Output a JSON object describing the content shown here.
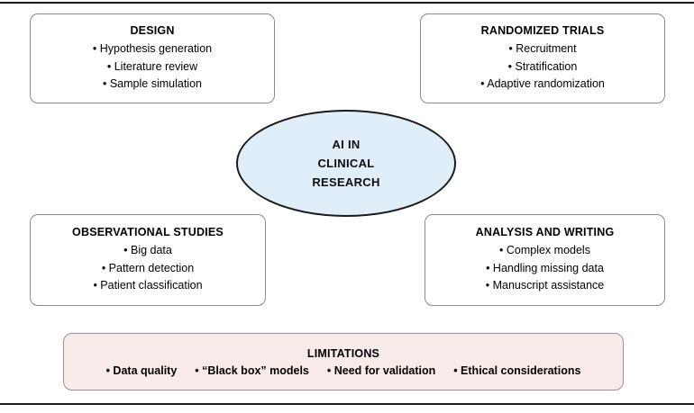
{
  "figure": {
    "title_concept": "AI IN CLINICAL RESEARCH",
    "frame_color": "#1a1a1a",
    "card_border_color": "#8a8a93",
    "ellipse_fill": "#dfeef8",
    "ellipse_border": "#1b1b1b",
    "limitations_fill": "#faebeb",
    "limitations_border": "#9c8f93"
  },
  "center": {
    "lines": [
      "AI IN",
      "CLINICAL",
      "RESEARCH"
    ]
  },
  "cards": [
    {
      "id": "design",
      "title": "DESIGN",
      "items": [
        "• Hypothesis generation",
        "• Literature review",
        "• Sample simulation"
      ]
    },
    {
      "id": "randomized-trials",
      "title": "RANDOMIZED TRIALS",
      "items": [
        "• Recruitment",
        "• Stratification",
        "• Adaptive randomization"
      ]
    },
    {
      "id": "observational-studies",
      "title": "OBSERVATIONAL STUDIES",
      "items": [
        "• Big data",
        "• Pattern detection",
        "• Patient classification"
      ]
    },
    {
      "id": "analysis-and-writing",
      "title": "ANALYSIS AND WRITING",
      "items": [
        "• Complex models",
        "• Handling missing data",
        "• Manuscript assistance"
      ]
    }
  ],
  "limitations": {
    "title": "LIMITATIONS",
    "items": [
      "• Data quality",
      "• “Black box” models",
      "• Need for validation",
      "• Ethical considerations"
    ]
  }
}
